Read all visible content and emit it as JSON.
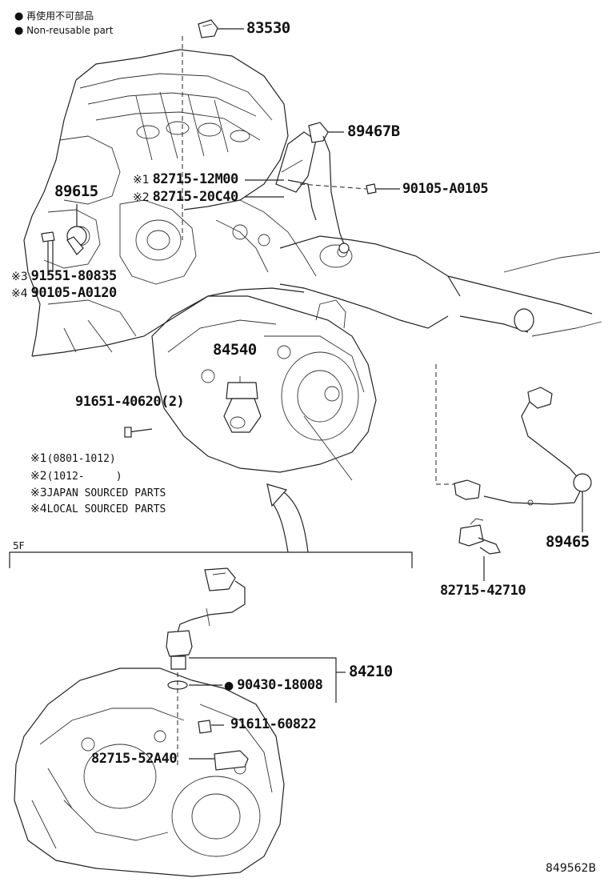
{
  "legend": {
    "bullet": "●",
    "line1": "再使用不可部品",
    "line2": "Non-reusable part"
  },
  "parts": {
    "p83530": "83530",
    "p89467B": "89467B",
    "p90105A0105": "90105-A0105",
    "p89615": "89615",
    "p82715_12M00": "82715-12M00",
    "p82715_20C40": "82715-20C40",
    "p91551_80835": "91551-80835",
    "p90105_A0120": "90105-A0120",
    "p84540": "84540",
    "p91651_40620": "91651-40620(2)",
    "p89465": "89465",
    "p82715_42710": "82715-42710",
    "p84210": "84210",
    "p90430_18008": "90430-18008",
    "p91611_60822": "91611-60822",
    "p82715_52A40": "82715-52A40"
  },
  "marks": {
    "m1": "※1",
    "m2": "※2",
    "m3": "※3",
    "m4": "※4",
    "nonreusable": "●"
  },
  "notes": [
    {
      "mark": "※1",
      "text": "(0801-1012)"
    },
    {
      "mark": "※2",
      "text": "(1012-     )"
    },
    {
      "mark": "※3",
      "text": "JAPAN SOURCED PARTS"
    },
    {
      "mark": "※4",
      "text": "LOCAL SOURCED PARTS"
    }
  ],
  "section_label": "5F",
  "diagram_ref": "849562B"
}
